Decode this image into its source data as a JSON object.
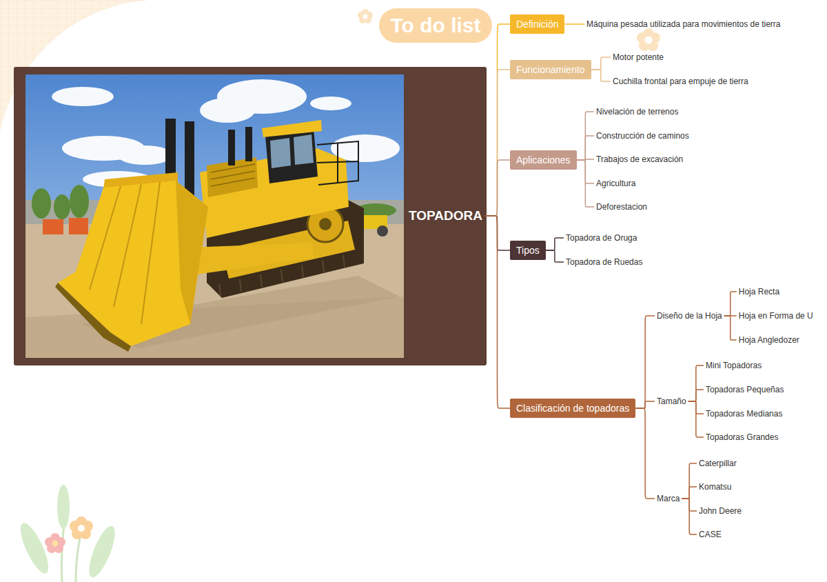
{
  "diagram": {
    "nodes": [
      {
        "text": [
          "TOPADORA"
        ]
      },
      {
        "text": [
          "Definición"
        ]
      },
      {
        "text": [
          "Máquina pesada utilizada para movimientos de tierra"
        ]
      },
      {
        "text": [
          "Funcionamiento"
        ]
      },
      {
        "text": [
          "Motor potente"
        ]
      },
      {
        "text": [
          "Cuchilla frontal para empuje de tierra"
        ]
      },
      {
        "text": [
          "Aplicaciones"
        ]
      },
      {
        "text": [
          "Nivelación de terrenos"
        ]
      },
      {
        "text": [
          "Construcción de caminos"
        ]
      },
      {
        "text": [
          "Trabajos de excavación"
        ]
      },
      {
        "text": [
          "Agricultura"
        ]
      },
      {
        "text": [
          "Deforestacion"
        ]
      },
      {
        "text": [
          "Tipos"
        ]
      },
      {
        "text": [
          "Topadora de Oruga"
        ]
      },
      {
        "text": [
          "Topadora de Ruedas"
        ]
      },
      {
        "text": [
          "Clasificación de topadoras"
        ]
      },
      {
        "text": [
          "Diseño de la Hoja"
        ]
      },
      {
        "text": [
          "Hoja Recta"
        ]
      },
      {
        "text": [
          "Hoja en Forma de U"
        ]
      },
      {
        "text": [
          "Hoja Angledozer"
        ]
      },
      {
        "text": [
          "Tamaño"
        ]
      },
      {
        "text": [
          "Mini Topadoras"
        ]
      },
      {
        "text": [
          "Topadoras Pequeñas"
        ]
      },
      {
        "text": [
          "Topadoras Medianas"
        ]
      },
      {
        "text": [
          "Topadoras Grandes"
        ]
      },
      {
        "text": [
          "Marca"
        ]
      },
      {
        "text": [
          "Caterpillar"
        ]
      },
      {
        "text": [
          "Komatsu"
        ]
      },
      {
        "text": [
          "John Deere"
        ]
      },
      {
        "text": [
          "CASE"
        ]
      }
    ],
    "edges": [
      {
        "from": 0,
        "to": 1,
        "arrow": "none"
      },
      {
        "from": 0,
        "to": 3,
        "arrow": "none"
      },
      {
        "from": 0,
        "to": 6,
        "arrow": "none"
      },
      {
        "from": 0,
        "to": 12,
        "arrow": "none"
      },
      {
        "from": 0,
        "to": 15,
        "arrow": "none"
      },
      {
        "from": 1,
        "to": 2,
        "arrow": "none"
      },
      {
        "from": 3,
        "to": 4,
        "arrow": "none"
      },
      {
        "from": 3,
        "to": 5,
        "arrow": "none"
      },
      {
        "from": 6,
        "to": 7,
        "arrow": "none"
      },
      {
        "from": 6,
        "to": 8,
        "arrow": "none"
      },
      {
        "from": 6,
        "to": 9,
        "arrow": "none"
      },
      {
        "from": 6,
        "to": 10,
        "arrow": "none"
      },
      {
        "from": 6,
        "to": 11,
        "arrow": "none"
      },
      {
        "from": 12,
        "to": 13,
        "arrow": "none"
      },
      {
        "from": 12,
        "to": 14,
        "arrow": "none"
      },
      {
        "from": 15,
        "to": 16,
        "arrow": "none"
      },
      {
        "from": 15,
        "to": 20,
        "arrow": "none"
      },
      {
        "from": 15,
        "to": 25,
        "arrow": "none"
      },
      {
        "from": 16,
        "to": 17,
        "arrow": "none"
      },
      {
        "from": 16,
        "to": 18,
        "arrow": "none"
      },
      {
        "from": 16,
        "to": 19,
        "arrow": "none"
      },
      {
        "from": 20,
        "to": 21,
        "arrow": "none"
      },
      {
        "from": 20,
        "to": 22,
        "arrow": "none"
      },
      {
        "from": 20,
        "to": 23,
        "arrow": "none"
      },
      {
        "from": 20,
        "to": 24,
        "arrow": "none"
      },
      {
        "from": 25,
        "to": 26,
        "arrow": "none"
      },
      {
        "from": 25,
        "to": 27,
        "arrow": "none"
      },
      {
        "from": 25,
        "to": 28,
        "arrow": "none"
      },
      {
        "from": 25,
        "to": 29,
        "arrow": "none"
      }
    ],
    "labels": [
      "To do list"
    ]
  }
}
